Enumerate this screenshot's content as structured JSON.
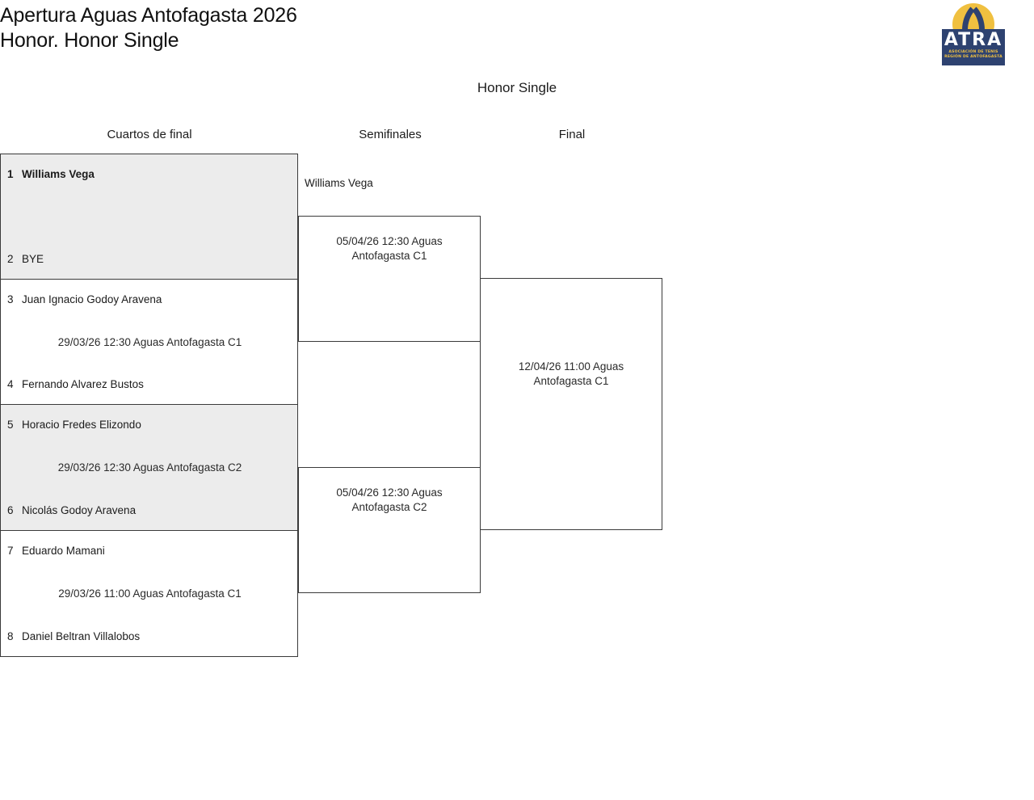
{
  "header": {
    "title_line1": "Apertura Aguas Antofagasta 2026",
    "title_line2": "Honor. Honor Single"
  },
  "logo": {
    "wordmark": "ATRA",
    "subtitle_line1": "ASOCIACIÓN DE TENIS",
    "subtitle_line2": "REGIÓN DE ANTOFAGASTA",
    "ball_color": "#f0c040",
    "plate_color": "#2e4270"
  },
  "draw": {
    "title": "Honor Single",
    "shade_color": "#ececec",
    "border_color": "#3a3a3a",
    "rounds": [
      {
        "label": "Cuartos de final"
      },
      {
        "label": "Semifinales"
      },
      {
        "label": "Final"
      }
    ]
  },
  "quarterfinals": [
    {
      "top": {
        "seed": "1",
        "name": "Williams Vega",
        "winner": true
      },
      "bottom": {
        "seed": "2",
        "name": "BYE",
        "winner": false
      },
      "match": ""
    },
    {
      "top": {
        "seed": "3",
        "name": "Juan Ignacio Godoy Aravena",
        "winner": false
      },
      "bottom": {
        "seed": "4",
        "name": "Fernando Alvarez Bustos",
        "winner": false
      },
      "match": "29/03/26 12:30 Aguas Antofagasta C1"
    },
    {
      "top": {
        "seed": "5",
        "name": "Horacio Fredes Elizondo",
        "winner": false
      },
      "bottom": {
        "seed": "6",
        "name": "Nicolás Godoy Aravena",
        "winner": false
      },
      "match": "29/03/26 12:30 Aguas Antofagasta C2"
    },
    {
      "top": {
        "seed": "7",
        "name": "Eduardo Mamani",
        "winner": false
      },
      "bottom": {
        "seed": "8",
        "name": "Daniel Beltran Villalobos",
        "winner": false
      },
      "match": "29/03/26 11:00 Aguas Antofagasta C1"
    }
  ],
  "semifinals": [
    {
      "advanced": "Williams Vega",
      "match": "05/04/26 12:30 Aguas Antofagasta C1"
    },
    {
      "advanced": "",
      "match": "05/04/26 12:30 Aguas Antofagasta C2"
    }
  ],
  "final": {
    "advanced": "",
    "match": "12/04/26 11:00 Aguas Antofagasta C1"
  }
}
